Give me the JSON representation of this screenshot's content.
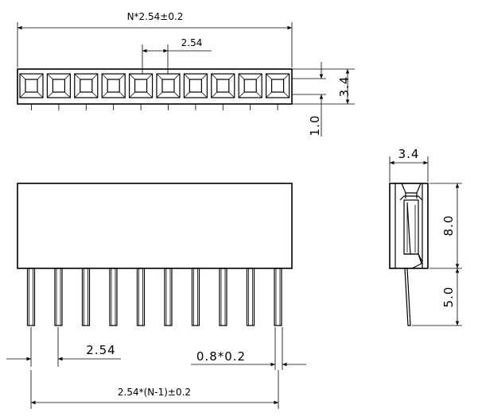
{
  "top_view": {
    "pin_count": 10,
    "overall_length_label": "N*2.54±0.2",
    "pitch_label": "2.54",
    "height_label": "3.4",
    "pin_gap_label": "1.0"
  },
  "front_view": {
    "pin_count": 10,
    "pitch_label": "2.54",
    "pin_width_label": "0.8*0.2",
    "pin_span_label": "2.54*(N-1)±0.2"
  },
  "side_view": {
    "width_label": "3.4",
    "body_height_label": "8.0",
    "pin_length_label": "5.0"
  }
}
